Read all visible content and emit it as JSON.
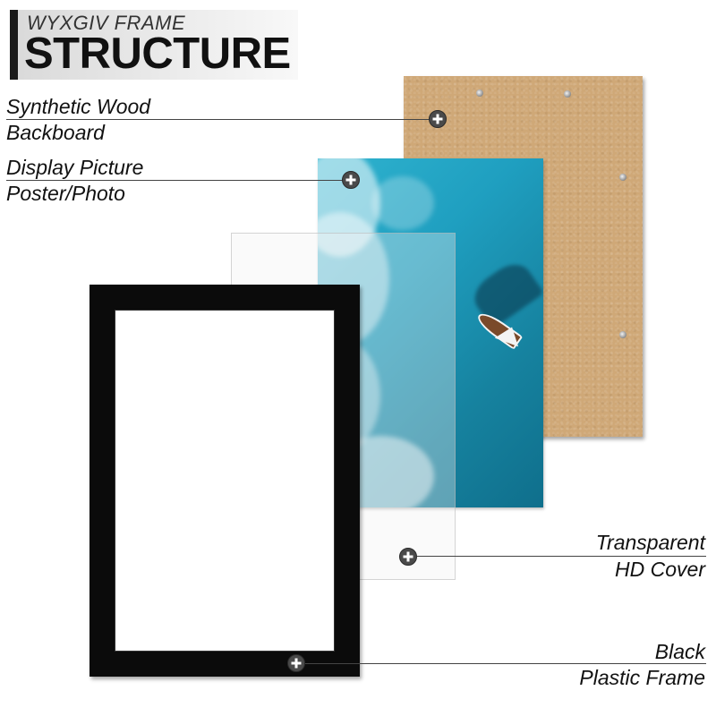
{
  "header": {
    "subtitle": "WYXGIV FRAME",
    "title": "STRUCTURE"
  },
  "callouts": {
    "backboard": {
      "line1": "Synthetic Wood",
      "line2": "Backboard"
    },
    "picture": {
      "line1": "Display Picture",
      "line2": "Poster/Photo"
    },
    "cover": {
      "line1": "Transparent",
      "line2": "HD Cover"
    },
    "frame": {
      "line1": "Black",
      "line2": "Plastic Frame"
    }
  },
  "colors": {
    "frame": "#0b0b0b",
    "backboard": "#cfa877",
    "photo_water": "#1f9fc0",
    "marker": "#4a4a4a"
  },
  "icons": {
    "marker": "plus-circle-icon"
  }
}
